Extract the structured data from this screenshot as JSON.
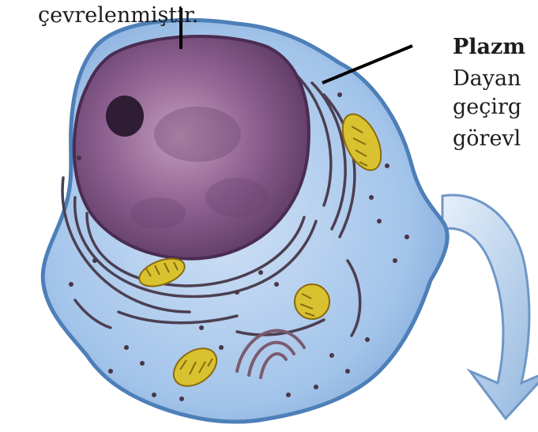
{
  "labels": {
    "nucleus_caption_fragment": "çevrelenmiştir.",
    "membrane_title_fragment": "Plazm",
    "membrane_desc_line1": "Dayan",
    "membrane_desc_line2": "geçirg",
    "membrane_desc_line3": "görevl"
  },
  "colors": {
    "cytoplasm": "#9cc0e8",
    "cell_outline": "#4d7fb8",
    "nucleus": "#7a4f7c",
    "nucleolus": "#2e1d35",
    "mitochondria": "#d9c230",
    "organelle_lines": "#4c3f52",
    "arrow": "#93b6dc",
    "leader_line": "#000000"
  }
}
